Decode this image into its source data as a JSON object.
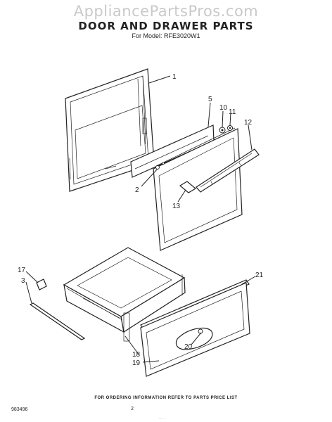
{
  "watermark": "AppliancePartsPros.com",
  "title": "DOOR AND DRAWER PARTS",
  "subtitle": "For Model: RFE3020W1",
  "callouts": {
    "c1": "1",
    "c5": "5",
    "c10": "10",
    "c11": "11",
    "c12": "12",
    "c2": "2",
    "c13": "13",
    "c17": "17",
    "c3": "3",
    "c21": "21",
    "c18": "18",
    "c20": "20",
    "c19": "19"
  },
  "footer_note": "FOR ORDERING INFORMATION REFER TO PARTS PRICE LIST",
  "doc_code": "983496",
  "page_number": "2",
  "bottom_mark": "·· · ·"
}
